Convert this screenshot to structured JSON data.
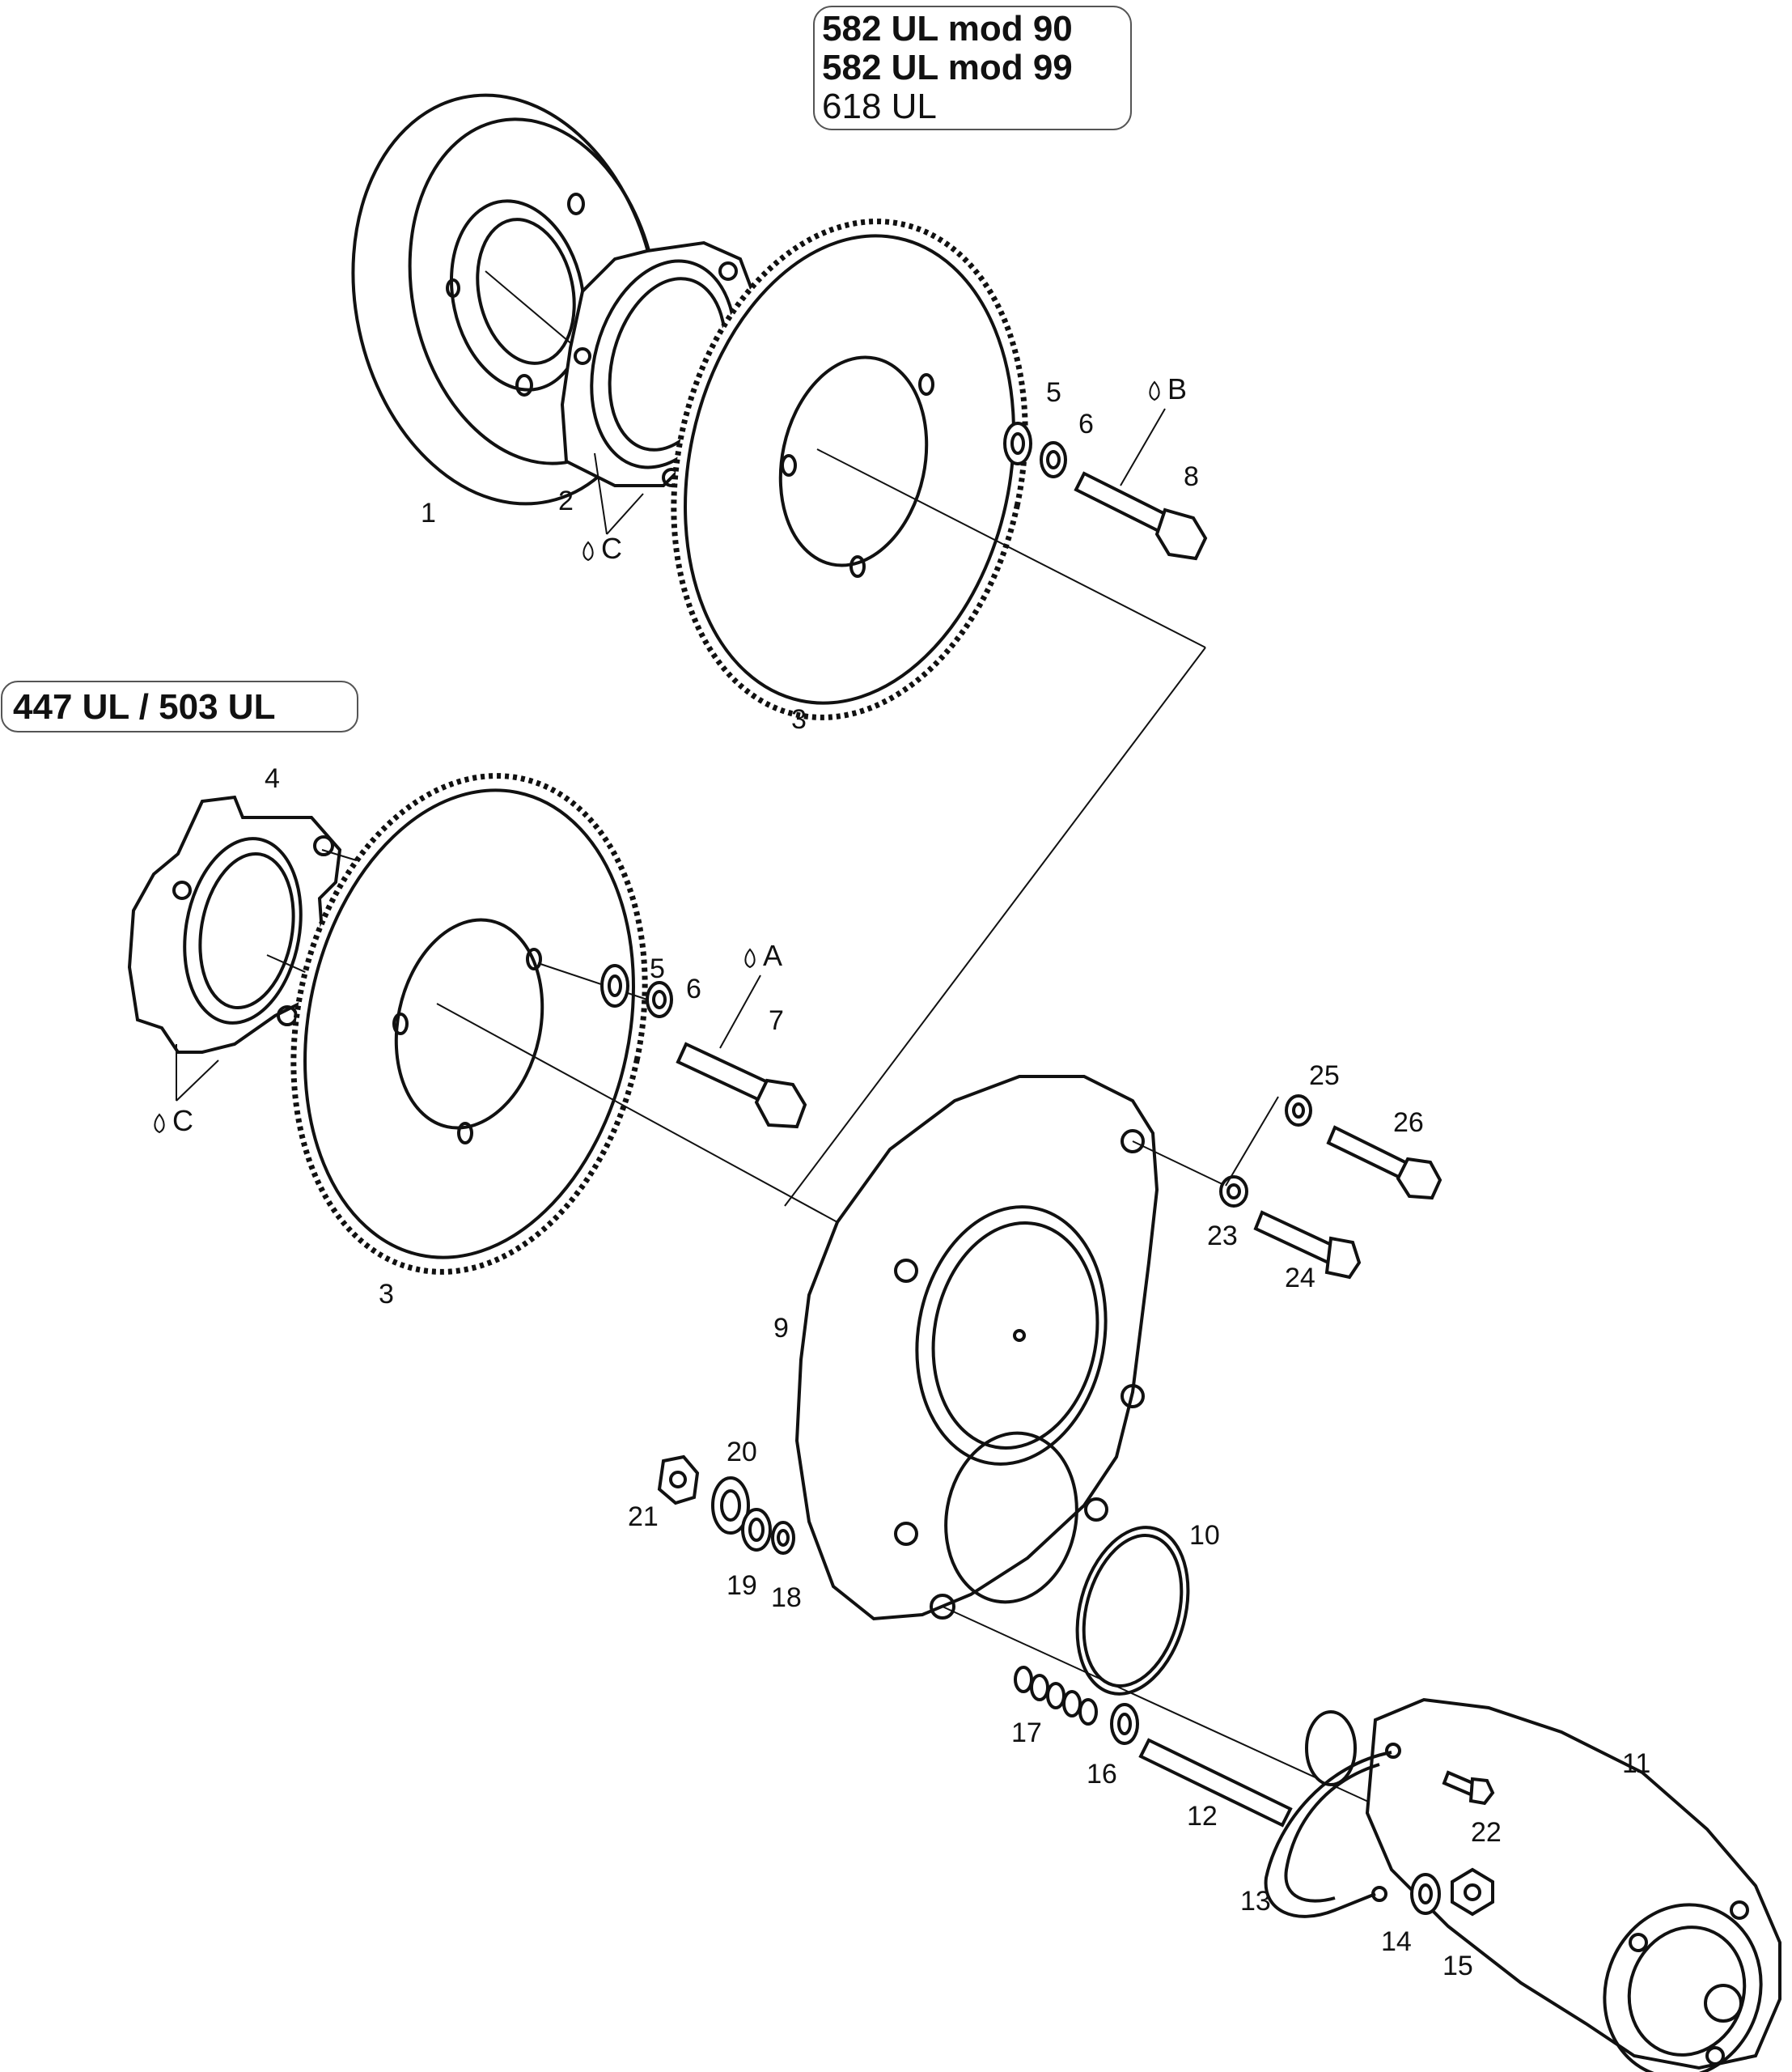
{
  "model_boxes": {
    "top": {
      "line1": "582 UL mod 90",
      "line2": "582 UL mod 99",
      "line3": "618  UL"
    },
    "left": {
      "line1": "447 UL / 503 UL"
    }
  },
  "callouts": [
    "1",
    "2",
    "3",
    "5",
    "6",
    "8",
    "4",
    "3",
    "5",
    "6",
    "7",
    "25",
    "26",
    "23",
    "24",
    "9",
    "20",
    "21",
    "19",
    "18",
    "10",
    "17",
    "16",
    "11",
    "12",
    "22",
    "13",
    "14",
    "15"
  ],
  "grease_tags": {
    "b": "B",
    "c_top": "C",
    "a": "A",
    "c_left": "C"
  },
  "icons": {
    "grease": "drop-icon"
  }
}
